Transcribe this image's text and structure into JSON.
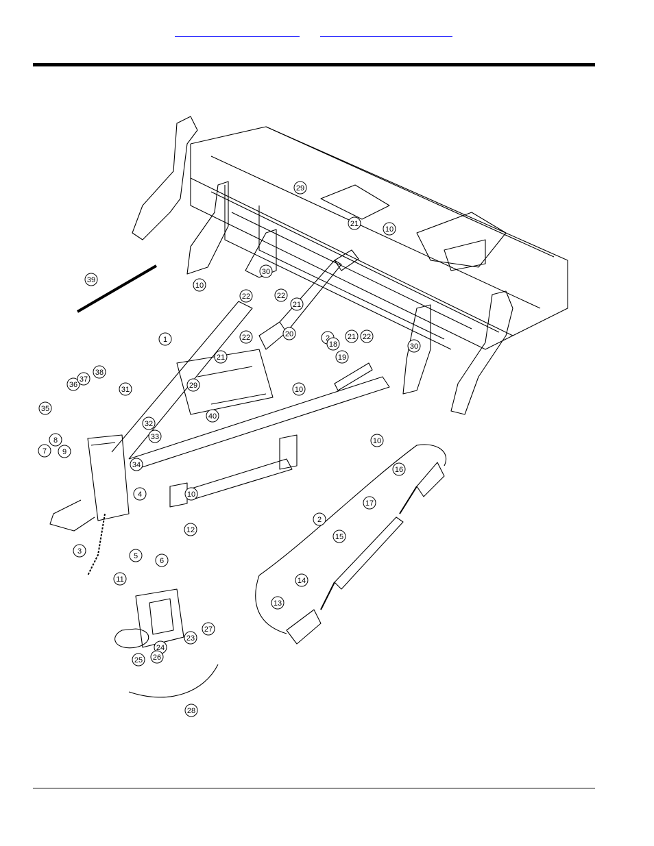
{
  "header": {
    "link_left": "",
    "link_right": ""
  },
  "callouts": [
    {
      "n": "1"
    },
    {
      "n": "2"
    },
    {
      "n": "2"
    },
    {
      "n": "3"
    },
    {
      "n": "4"
    },
    {
      "n": "5"
    },
    {
      "n": "6"
    },
    {
      "n": "7"
    },
    {
      "n": "8"
    },
    {
      "n": "9"
    },
    {
      "n": "10"
    },
    {
      "n": "10"
    },
    {
      "n": "10"
    },
    {
      "n": "10"
    },
    {
      "n": "10"
    },
    {
      "n": "11"
    },
    {
      "n": "12"
    },
    {
      "n": "13"
    },
    {
      "n": "14"
    },
    {
      "n": "15"
    },
    {
      "n": "16"
    },
    {
      "n": "17"
    },
    {
      "n": "18"
    },
    {
      "n": "19"
    },
    {
      "n": "20"
    },
    {
      "n": "21"
    },
    {
      "n": "21"
    },
    {
      "n": "21"
    },
    {
      "n": "21"
    },
    {
      "n": "22"
    },
    {
      "n": "22"
    },
    {
      "n": "22"
    },
    {
      "n": "22"
    },
    {
      "n": "23"
    },
    {
      "n": "24"
    },
    {
      "n": "25"
    },
    {
      "n": "26"
    },
    {
      "n": "27"
    },
    {
      "n": "28"
    },
    {
      "n": "29"
    },
    {
      "n": "29"
    },
    {
      "n": "30"
    },
    {
      "n": "30"
    },
    {
      "n": "31"
    },
    {
      "n": "32"
    },
    {
      "n": "33"
    },
    {
      "n": "34"
    },
    {
      "n": "35"
    },
    {
      "n": "36"
    },
    {
      "n": "37"
    },
    {
      "n": "38"
    },
    {
      "n": "39"
    },
    {
      "n": "40"
    }
  ]
}
